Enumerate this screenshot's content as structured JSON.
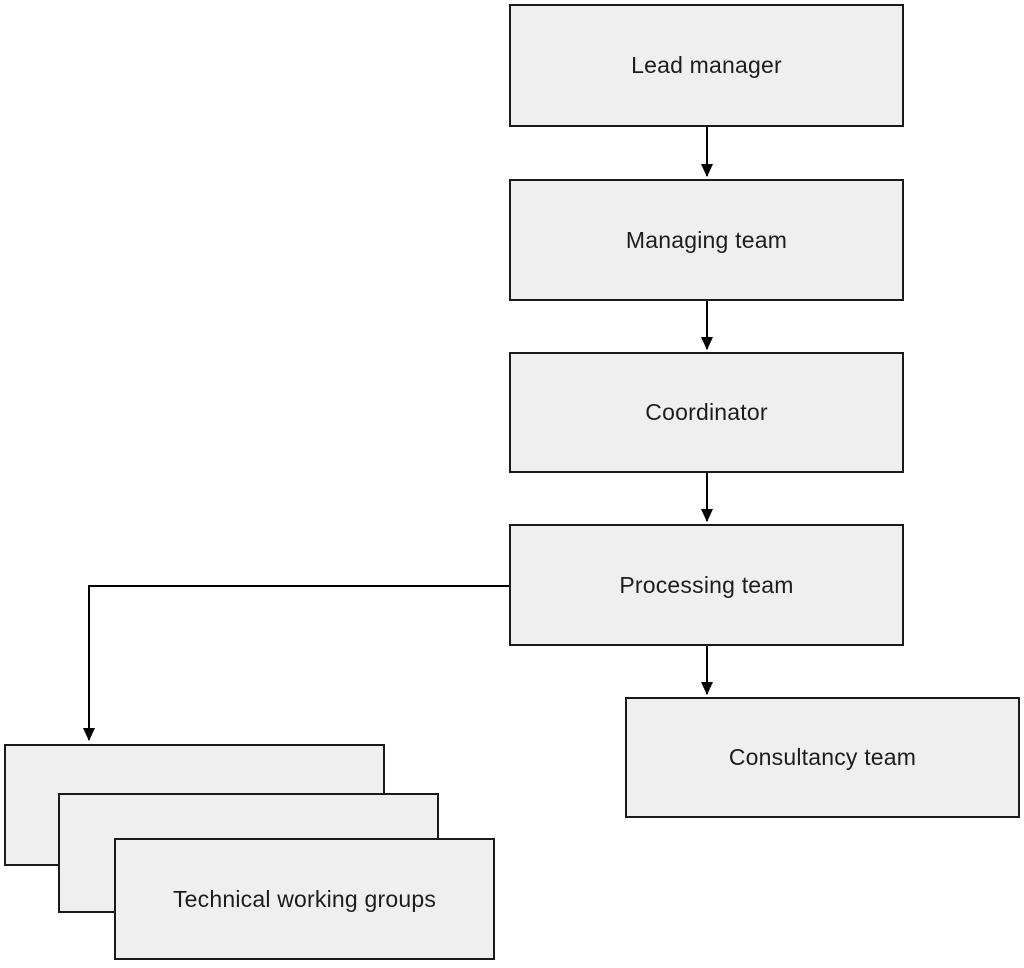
{
  "diagram": {
    "type": "org-chart",
    "background": "#ffffff",
    "colors": {
      "node_fill": "#efefef",
      "node_border": "#1a1a1a",
      "connector": "#000000",
      "text": "#1c1c1c"
    },
    "nodes": {
      "lead_manager": {
        "label": "Lead manager"
      },
      "managing_team": {
        "label": "Managing team"
      },
      "coordinator": {
        "label": "Coordinator"
      },
      "processing_team": {
        "label": "Processing team"
      },
      "consultancy_team": {
        "label": "Consultancy team"
      },
      "technical_working_groups": {
        "label": "Technical working groups",
        "stacked_copies": 3
      }
    },
    "edges": [
      {
        "from": "lead_manager",
        "to": "managing_team",
        "style": "arrow-down"
      },
      {
        "from": "managing_team",
        "to": "coordinator",
        "style": "arrow-down"
      },
      {
        "from": "coordinator",
        "to": "processing_team",
        "style": "arrow-down"
      },
      {
        "from": "processing_team",
        "to": "consultancy_team",
        "style": "arrow-down"
      },
      {
        "from": "processing_team",
        "to": "technical_working_groups",
        "style": "elbow-left-down-arrow"
      }
    ]
  }
}
